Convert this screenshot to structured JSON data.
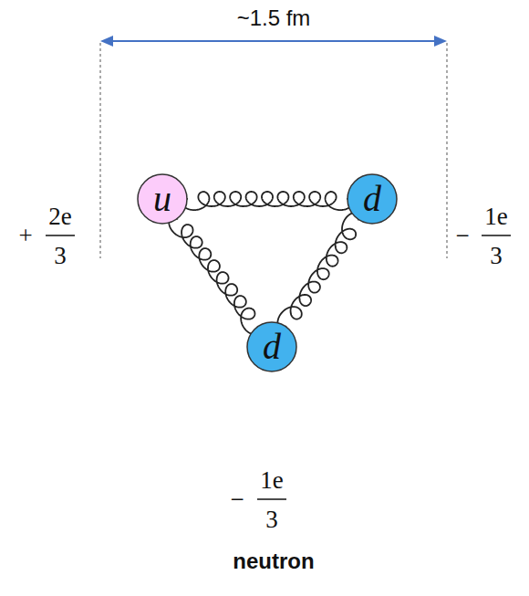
{
  "diagram": {
    "nodes": [
      {
        "text": [
          "neutron"
        ]
      },
      {
        "text": [
          "u"
        ],
        "in": 0
      },
      {
        "text": [
          "d"
        ],
        "in": 0
      },
      {
        "text": [
          "d"
        ],
        "in": 0
      }
    ],
    "edges": [
      {
        "from": 1,
        "to": 2,
        "arrow": "none"
      },
      {
        "from": 1,
        "to": 3,
        "arrow": "none"
      },
      {
        "from": 2,
        "to": 3,
        "arrow": "none"
      }
    ],
    "labels": [
      "~1.5 fm",
      "+",
      "2e",
      "3",
      "−",
      "1e",
      "3",
      "−",
      "1e",
      "3"
    ]
  }
}
